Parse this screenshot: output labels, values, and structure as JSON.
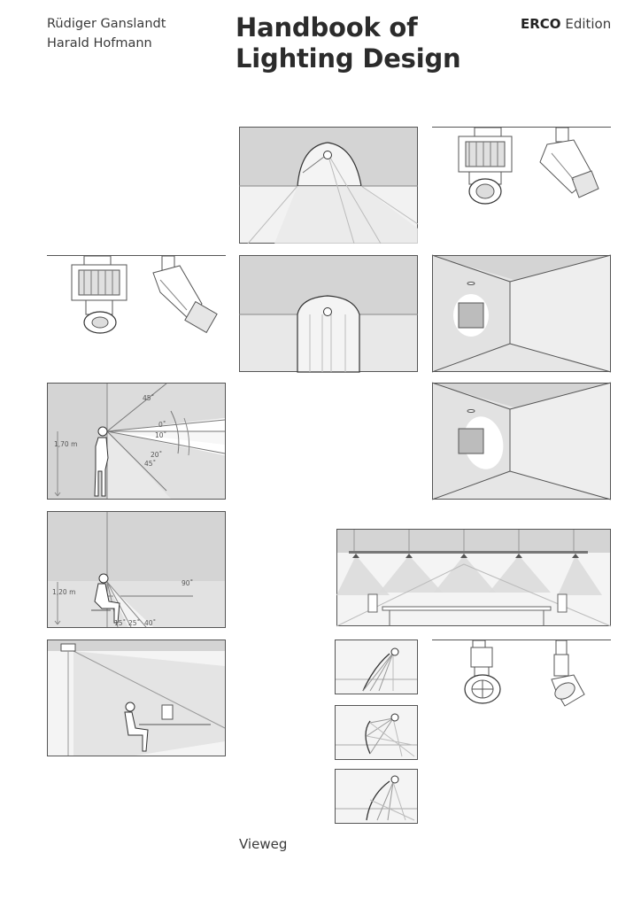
{
  "cover": {
    "authors": [
      "Rüdiger Ganslandt",
      "Harald Hofmann"
    ],
    "title_lines": [
      "Handbook of",
      "Lighting Design"
    ],
    "edition_brand": "ERCO",
    "edition_word": "Edition",
    "publisher": "Vieweg"
  },
  "illustrations": {
    "standing_figure": {
      "height_label": "1,70 m",
      "angle_labels": [
        "45˚",
        "0˚",
        "10˚",
        "20˚",
        "45˚"
      ]
    },
    "seated_figure": {
      "height_label": "1,20 m",
      "angle_labels": [
        "90˚",
        "15˚",
        "25˚",
        "40˚"
      ]
    }
  },
  "colors": {
    "panel_dark": "#d4d4d4",
    "panel_light": "#e6e6e6",
    "panel_white": "#f4f4f4",
    "line": "#555555"
  }
}
